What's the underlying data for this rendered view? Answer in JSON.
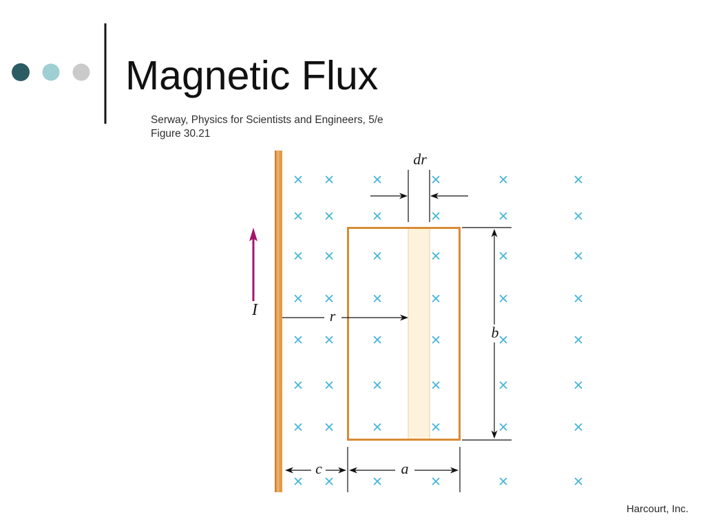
{
  "slide": {
    "title": "Magnetic Flux",
    "caption": {
      "source": "Serway, Physics for Scientists and Engineers, 5/e",
      "figure": "Figure 30.21"
    },
    "credit": "Harcourt, Inc."
  },
  "diagram": {
    "labels": {
      "current": "I",
      "strip_width": "dr",
      "strip_distance": "r",
      "loop_height": "b",
      "wire_gap": "c",
      "loop_width": "a"
    },
    "field_symbol": "×"
  },
  "colors": {
    "title_dot_1": "#2c5c63",
    "title_dot_2": "#9ecfd3",
    "title_dot_3": "#cacaca",
    "wire": "#e59a48",
    "loop": "#d98a36",
    "strip": "#fdf3dc",
    "current_arrow": "#a3166f",
    "field_marks": "#46b5d9"
  }
}
